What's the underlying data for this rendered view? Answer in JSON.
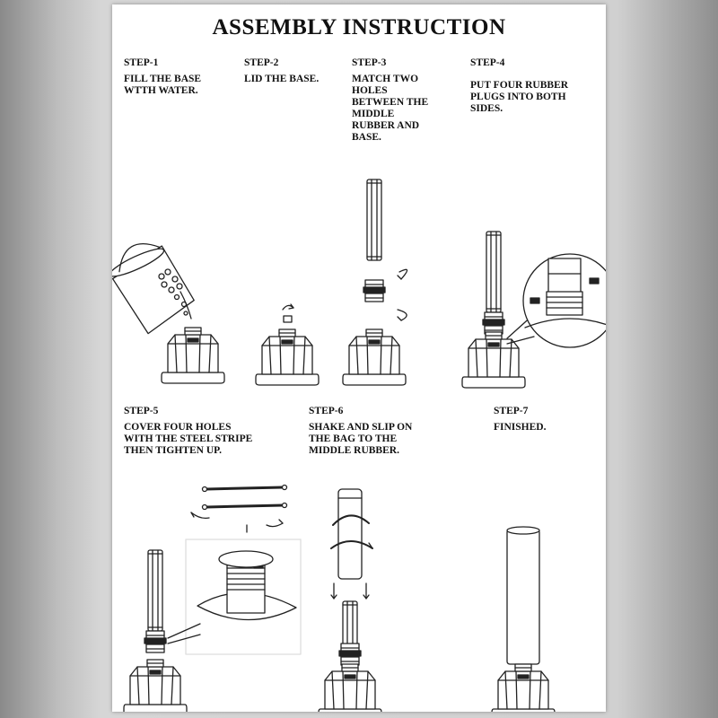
{
  "title": "ASSEMBLY  INSTRUCTION",
  "steps": [
    {
      "number": "STEP-1",
      "text": "FILL THE BASE\nWTTH WATER."
    },
    {
      "number": "STEP-2",
      "text": "LID THE BASE."
    },
    {
      "number": "STEP-3",
      "text": "MATCH TWO\nHOLES\nBETWEEN THE\nMIDDLE\nRUBBER AND\nBASE."
    },
    {
      "number": "STEP-4",
      "text": "PUT FOUR RUBBER\nPLUGS INTO BOTH\nSIDES."
    },
    {
      "number": "STEP-5",
      "text": "COVER FOUR HOLES\nWITH THE STEEL STRIPE\nTHEN TIGHTEN UP."
    },
    {
      "number": "STEP-6",
      "text": "SHAKE AND SLIP ON\nTHE BAG TO THE\nMIDDLE RUBBER."
    },
    {
      "number": "STEP-7",
      "text": "FINISHED."
    }
  ],
  "colors": {
    "background": "#c9c9c9",
    "sheet": "#ffffff",
    "ink": "#111111"
  }
}
